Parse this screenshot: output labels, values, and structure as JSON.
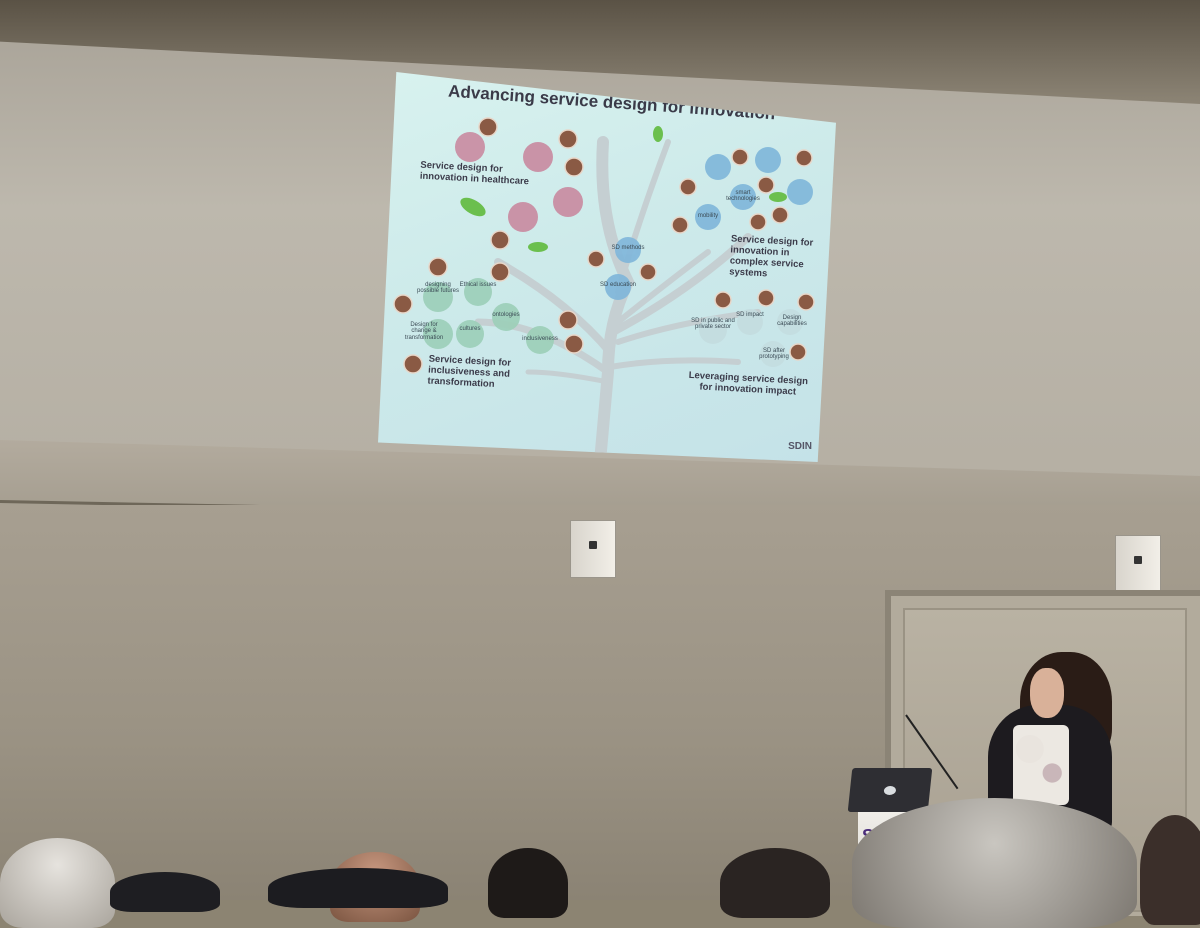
{
  "slide": {
    "title": "Advancing service design for innovation",
    "themes": {
      "healthcare": "Service design for innovation in healthcare",
      "complex_systems": "Service design for innovation in complex service systems",
      "inclusiveness": "Service design for inclusiveness and transformation",
      "impact": "Leveraging service design for innovation impact"
    },
    "topics": {
      "designing_futures": "designing possible futures",
      "ethical_issues": "Ethical issues",
      "design_change": "Design for change & transformation",
      "cultures": "cultures",
      "ontologies": "ontologies",
      "inclusiveness": "inclusiveness",
      "sd_methods": "SD methods",
      "sd_education": "SD education",
      "sd_public_private": "SD in public and private sector",
      "sd_impact": "SD impact",
      "design_capabilities": "Design capabilities",
      "sd_after_prototyping": "SD after prototyping",
      "mobility": "mobility",
      "smart_technologies": "smart technologies"
    },
    "logo": "SDIN"
  },
  "lectern": {
    "label": "SDI"
  }
}
